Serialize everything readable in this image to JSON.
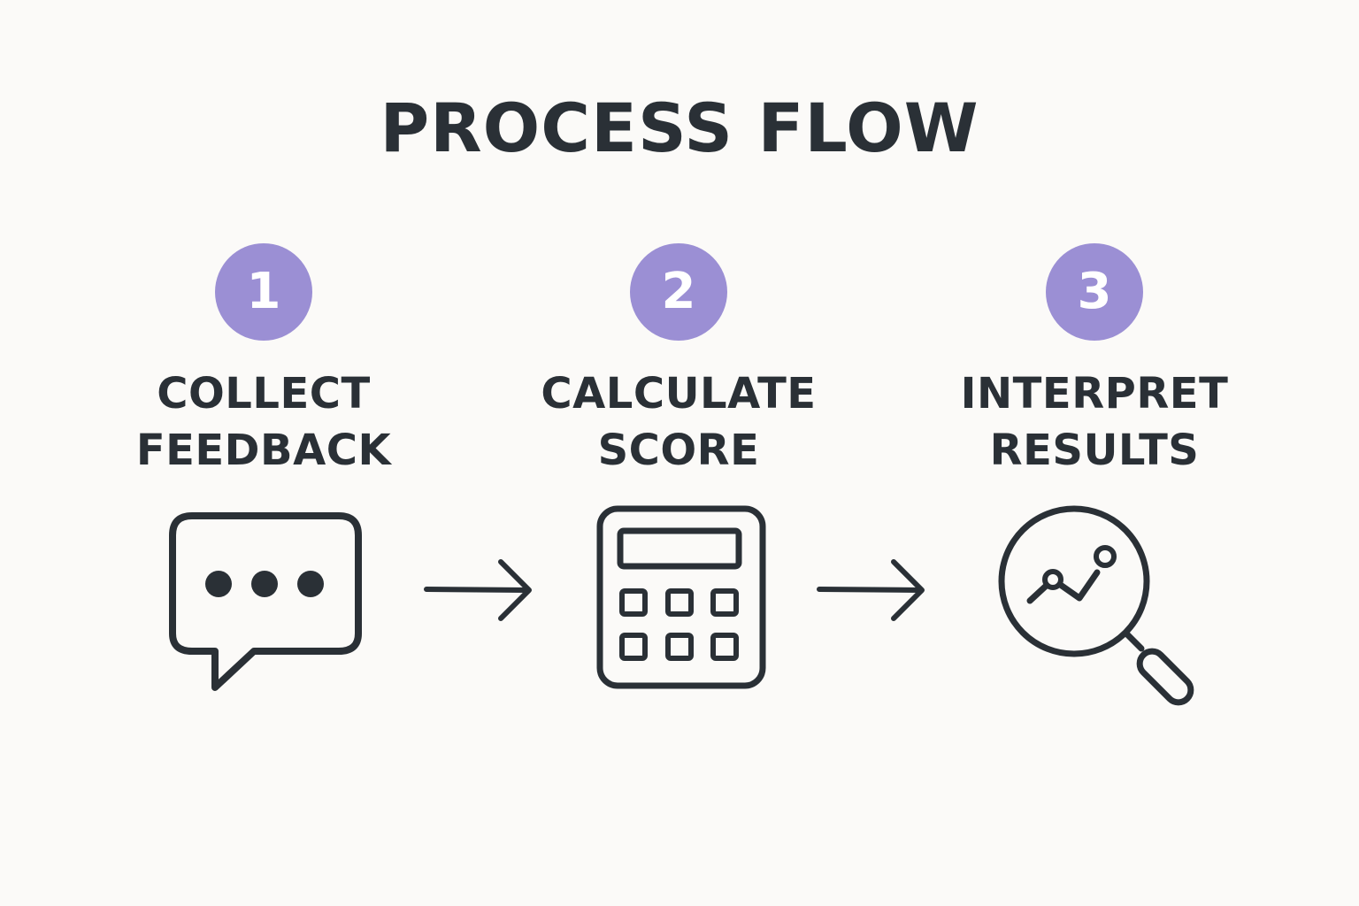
{
  "title": "PROCESS FLOW",
  "steps": [
    {
      "number": "1",
      "line1": "COLLECT",
      "line2": "FEEDBACK",
      "icon": "chat-bubble-icon"
    },
    {
      "number": "2",
      "line1": "CALCULATE",
      "line2": "SCORE",
      "icon": "calculator-icon"
    },
    {
      "number": "3",
      "line1": "INTERPRET",
      "line2": "RESULTS",
      "icon": "magnifier-chart-icon"
    }
  ],
  "colors": {
    "badge": "#9b8fd4",
    "ink": "#2a3036",
    "background": "#fbfaf8"
  }
}
